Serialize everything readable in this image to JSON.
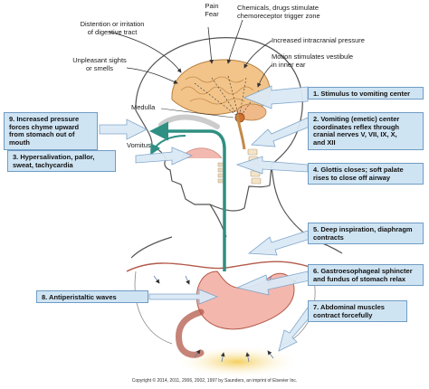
{
  "labels": {
    "pain": "Pain",
    "fear": "Fear",
    "chemicals": "Chemicals, drugs stimulate\nchemoreceptor trigger zone",
    "distention": "Distention or irritation\nof digestive tract",
    "intracranial": "Increased intracranial pressure",
    "sights": "Unpleasant sights\nor smells",
    "motion": "Motion stimulates vestibule\nin inner ear",
    "medulla": "Medulla",
    "vomitus": "Vomitus"
  },
  "steps": {
    "s1": "1. Stimulus to vomiting center",
    "s2": "2. Vomiting (emetic) center\ncoordinates reflex through\ncranial nerves V, VII, IX, X,\nand XII",
    "s3": "3. Hypersalivation, pallor,\nsweat, tachycardia",
    "s4": "4. Glottis closes; soft palate\nrises to close off airway",
    "s5": "5. Deep inspiration, diaphragm\ncontracts",
    "s6": "6. Gastroesophageal sphincter\nand fundus of stomach relax",
    "s7": "7. Abdominal muscles\ncontract forcefully",
    "s8": "8. Antiperistaltic waves",
    "s9": "9. Increased pressure\nforces chyme upward\nfrom stomach out of\nmouth"
  },
  "copyright": "Copyright © 2014, 2011, 2006, 2002, 1997 by Saunders, an imprint of Elsevier Inc.",
  "colors": {
    "box_fill": "#cfe4f3",
    "box_border": "#6f9cc4",
    "arrow_fill": "#dbe9f6",
    "brain": "#f2c48a",
    "stomach": "#f3b7ad",
    "esophagus": "#2f8f82",
    "outline": "#4a4a4a"
  }
}
